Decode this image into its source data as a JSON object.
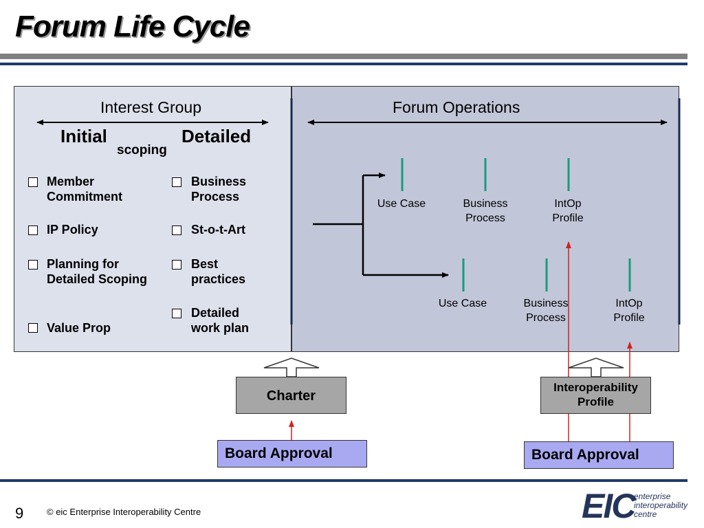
{
  "slide": {
    "title": "Forum Life Cycle",
    "page_number": "9",
    "copyright": "© eic Enterprise Interoperability Centre"
  },
  "interest_group": {
    "header": "Interest Group",
    "initial": "Initial",
    "detailed": "Detailed",
    "scoping": "scoping",
    "left_items": [
      "Member Commitment",
      "IP Policy",
      "Planning for Detailed Scoping",
      "Value Prop"
    ],
    "right_items": [
      "Business Process",
      "St-o-t-Art",
      "Best practices",
      "Detailed work plan"
    ]
  },
  "forum_operations": {
    "header": "Forum Operations",
    "track1": [
      "Use Case",
      "Business Process",
      "IntOp Profile"
    ],
    "track2": [
      "Use Case",
      "Business Process",
      "IntOp Profile"
    ]
  },
  "bottom": {
    "charter": "Charter",
    "interop_profile": "Interoperability Profile",
    "board_approval_left": "Board Approval",
    "board_approval_right": "Board Approval"
  },
  "logo": {
    "mark": "EIC",
    "lines": [
      "enterprise",
      "interoperability",
      "centre"
    ]
  },
  "colors": {
    "left_panel": "#dde1ec",
    "right_panel": "#c1c6d8",
    "milestone": "#1a9a7e",
    "approval_arrow": "#d42020",
    "board_approval": "#a9a9f2",
    "gray_box": "#a6a6a6",
    "rule": "#1f3a6b"
  }
}
